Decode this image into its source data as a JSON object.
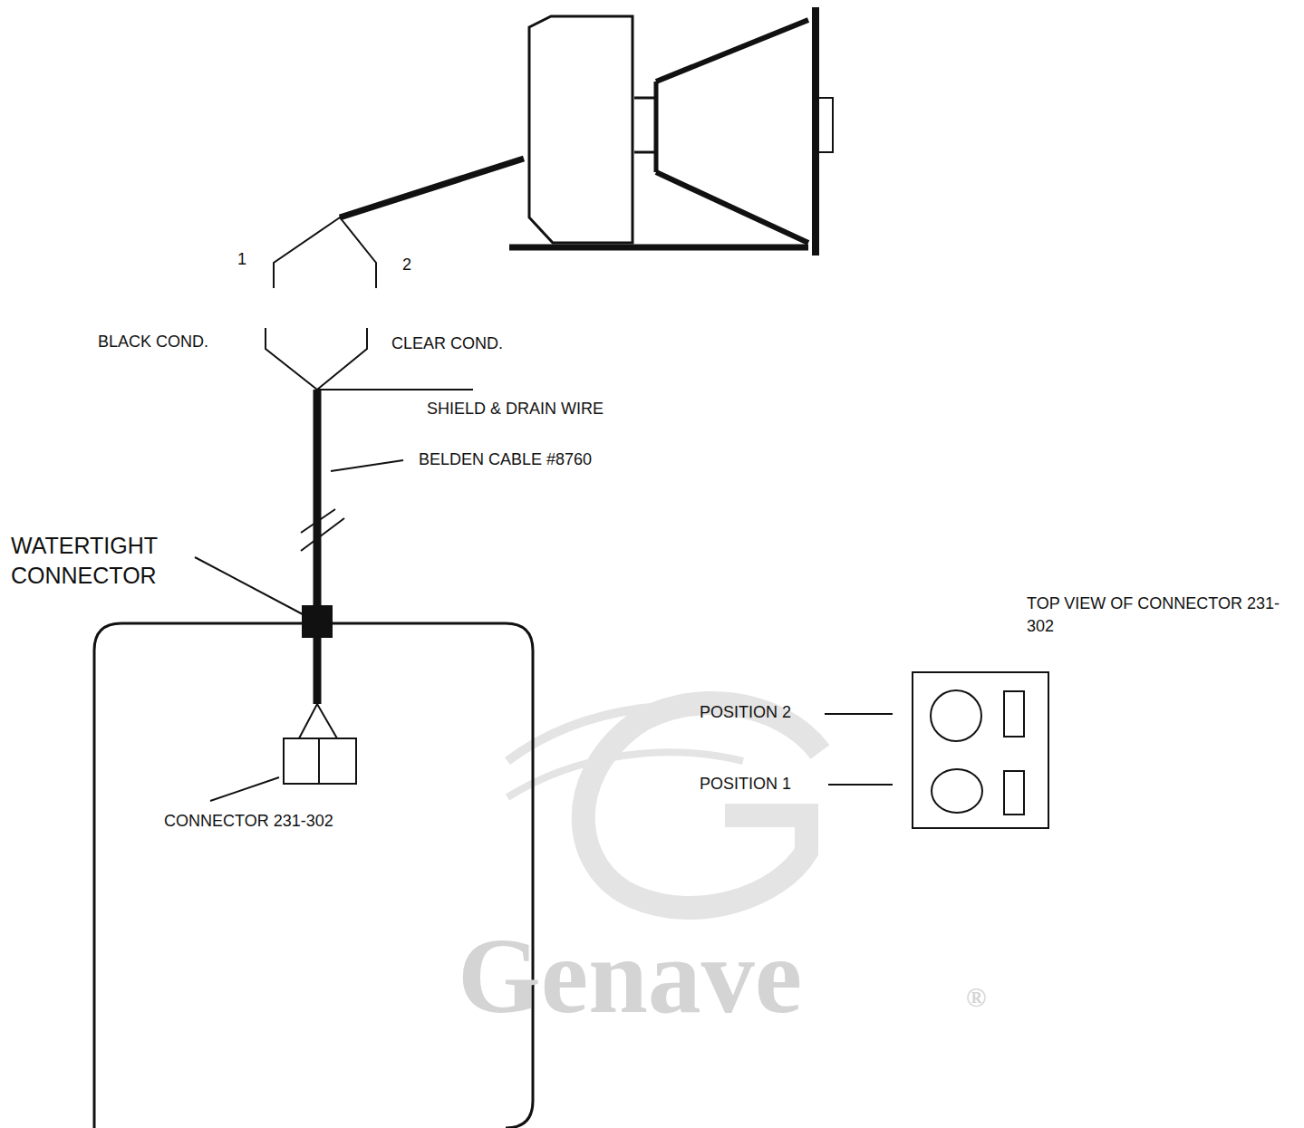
{
  "diagram": {
    "nodes": [
      {
        "text": [
          "TOP VIEW OF CONNECTOR 231-302"
        ]
      }
    ],
    "labels": [
      "1",
      "2",
      "BLACK COND.",
      "CLEAR COND.",
      "SHIELD & DRAIN WIRE",
      "BELDEN CABLE #8760",
      "WATERTIGHT CONNECTOR",
      "CONNECTOR 231-302",
      "POSITION 2",
      "POSITION 1",
      "Genave",
      "®"
    ]
  }
}
